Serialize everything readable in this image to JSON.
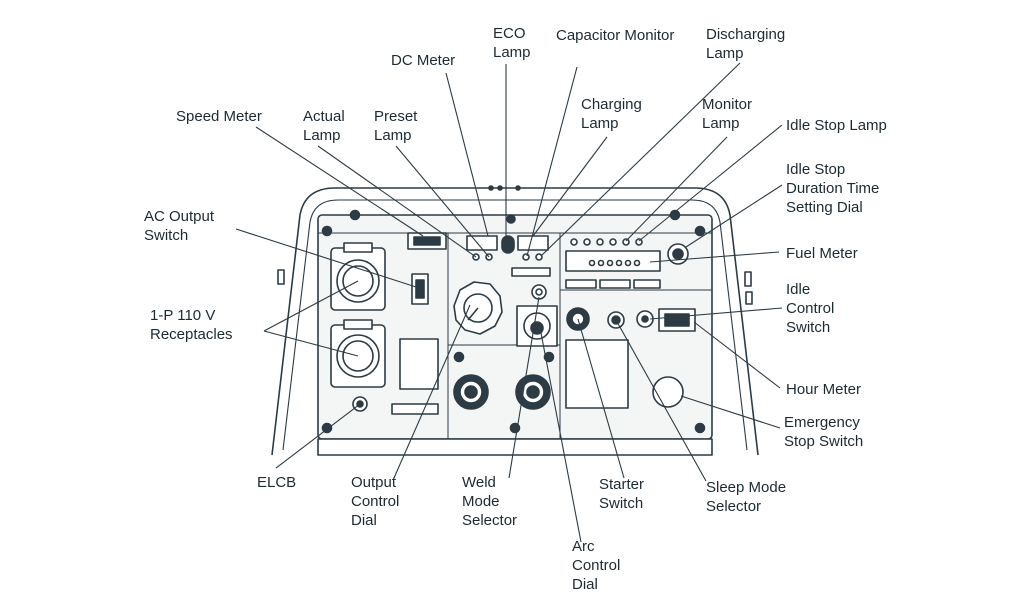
{
  "colors": {
    "ink": "#2c3b44",
    "panel": "#f4f6f6",
    "label": "#1c2a33"
  },
  "labels": {
    "eco_lamp": "ECO\nLamp",
    "capacitor_monitor": "Capacitor Monitor",
    "discharging_lamp": "Discharging\nLamp",
    "dc_meter": "DC Meter",
    "speed_meter": "Speed Meter",
    "actual_lamp": "Actual\nLamp",
    "preset_lamp": "Preset\nLamp",
    "charging_lamp": "Charging\nLamp",
    "monitor_lamp": "Monitor\nLamp",
    "idle_stop_lamp": "Idle Stop Lamp",
    "idle_stop_dial": "Idle Stop\nDuration Time\nSetting Dial",
    "ac_output_switch": "AC Output\nSwitch",
    "fuel_meter": "Fuel Meter",
    "idle_control_switch": "Idle\nControl\nSwitch",
    "receptacles": "1-P 110 V\nReceptacles",
    "hour_meter": "Hour Meter",
    "emergency_stop": "Emergency\nStop Switch",
    "elcb": "ELCB",
    "output_control_dial": "Output\nControl\nDial",
    "weld_mode_selector": "Weld\nMode\nSelector",
    "starter_switch": "Starter\nSwitch",
    "sleep_mode_selector": "Sleep Mode\nSelector",
    "arc_control_dial": "Arc\nControl\nDial"
  }
}
